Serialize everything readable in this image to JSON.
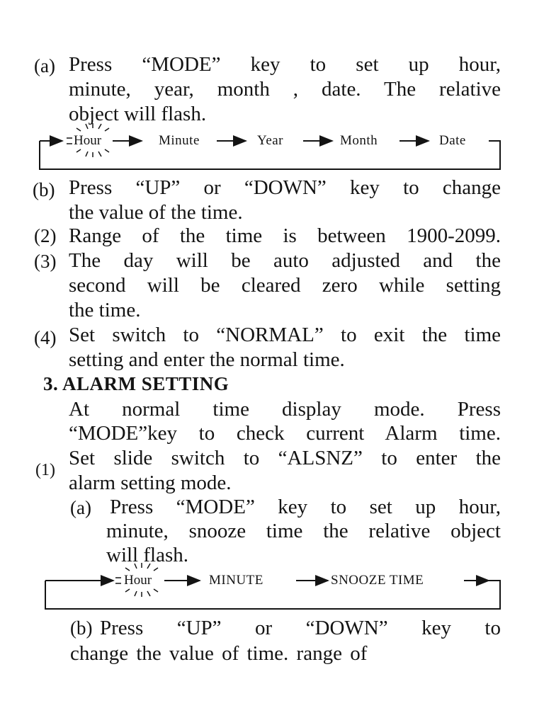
{
  "time_setting": {
    "item_a": {
      "label": "(a)",
      "lines": [
        "Press “MODE” key to set up hour,",
        "minute, year, month , date. The relative",
        "object will flash."
      ]
    },
    "flow": [
      "Hour",
      "Minute",
      "Year",
      "Month",
      "Date"
    ],
    "item_b": {
      "label": "(b)",
      "lines": [
        "Press “UP” or “DOWN” key to change",
        "the value of the time."
      ]
    },
    "item_2": {
      "label": "(2)",
      "lines": [
        "Range of the time is between 1900-2099."
      ]
    },
    "item_3": {
      "label": "(3)",
      "lines": [
        "The day will be auto adjusted and the",
        "second will be cleared zero while setting",
        "the time."
      ]
    },
    "item_4": {
      "label": "(4)",
      "lines": [
        "Set switch to “NORMAL” to exit the time",
        "setting and enter the normal time."
      ]
    }
  },
  "alarm_setting": {
    "heading": "3. ALARM SETTING",
    "intro": [
      "At normal time display mode. Press",
      "“MODE”key to check current Alarm time."
    ],
    "item_1": {
      "label": "(1)",
      "lines": [
        "Set slide switch to “ALSNZ” to enter the",
        "alarm setting mode."
      ]
    },
    "item_a": {
      "label": "(a)",
      "lines": [
        "Press “MODE” key to set up hour,",
        "minute, snooze time the relative object",
        "will flash."
      ]
    },
    "flow": [
      "Hour",
      "MINUTE",
      "SNOOZE TIME"
    ],
    "item_b": {
      "label": "(b)",
      "lines": [
        "Press “UP”  or “DOWN” key to",
        "change the value of time. range of"
      ]
    }
  }
}
